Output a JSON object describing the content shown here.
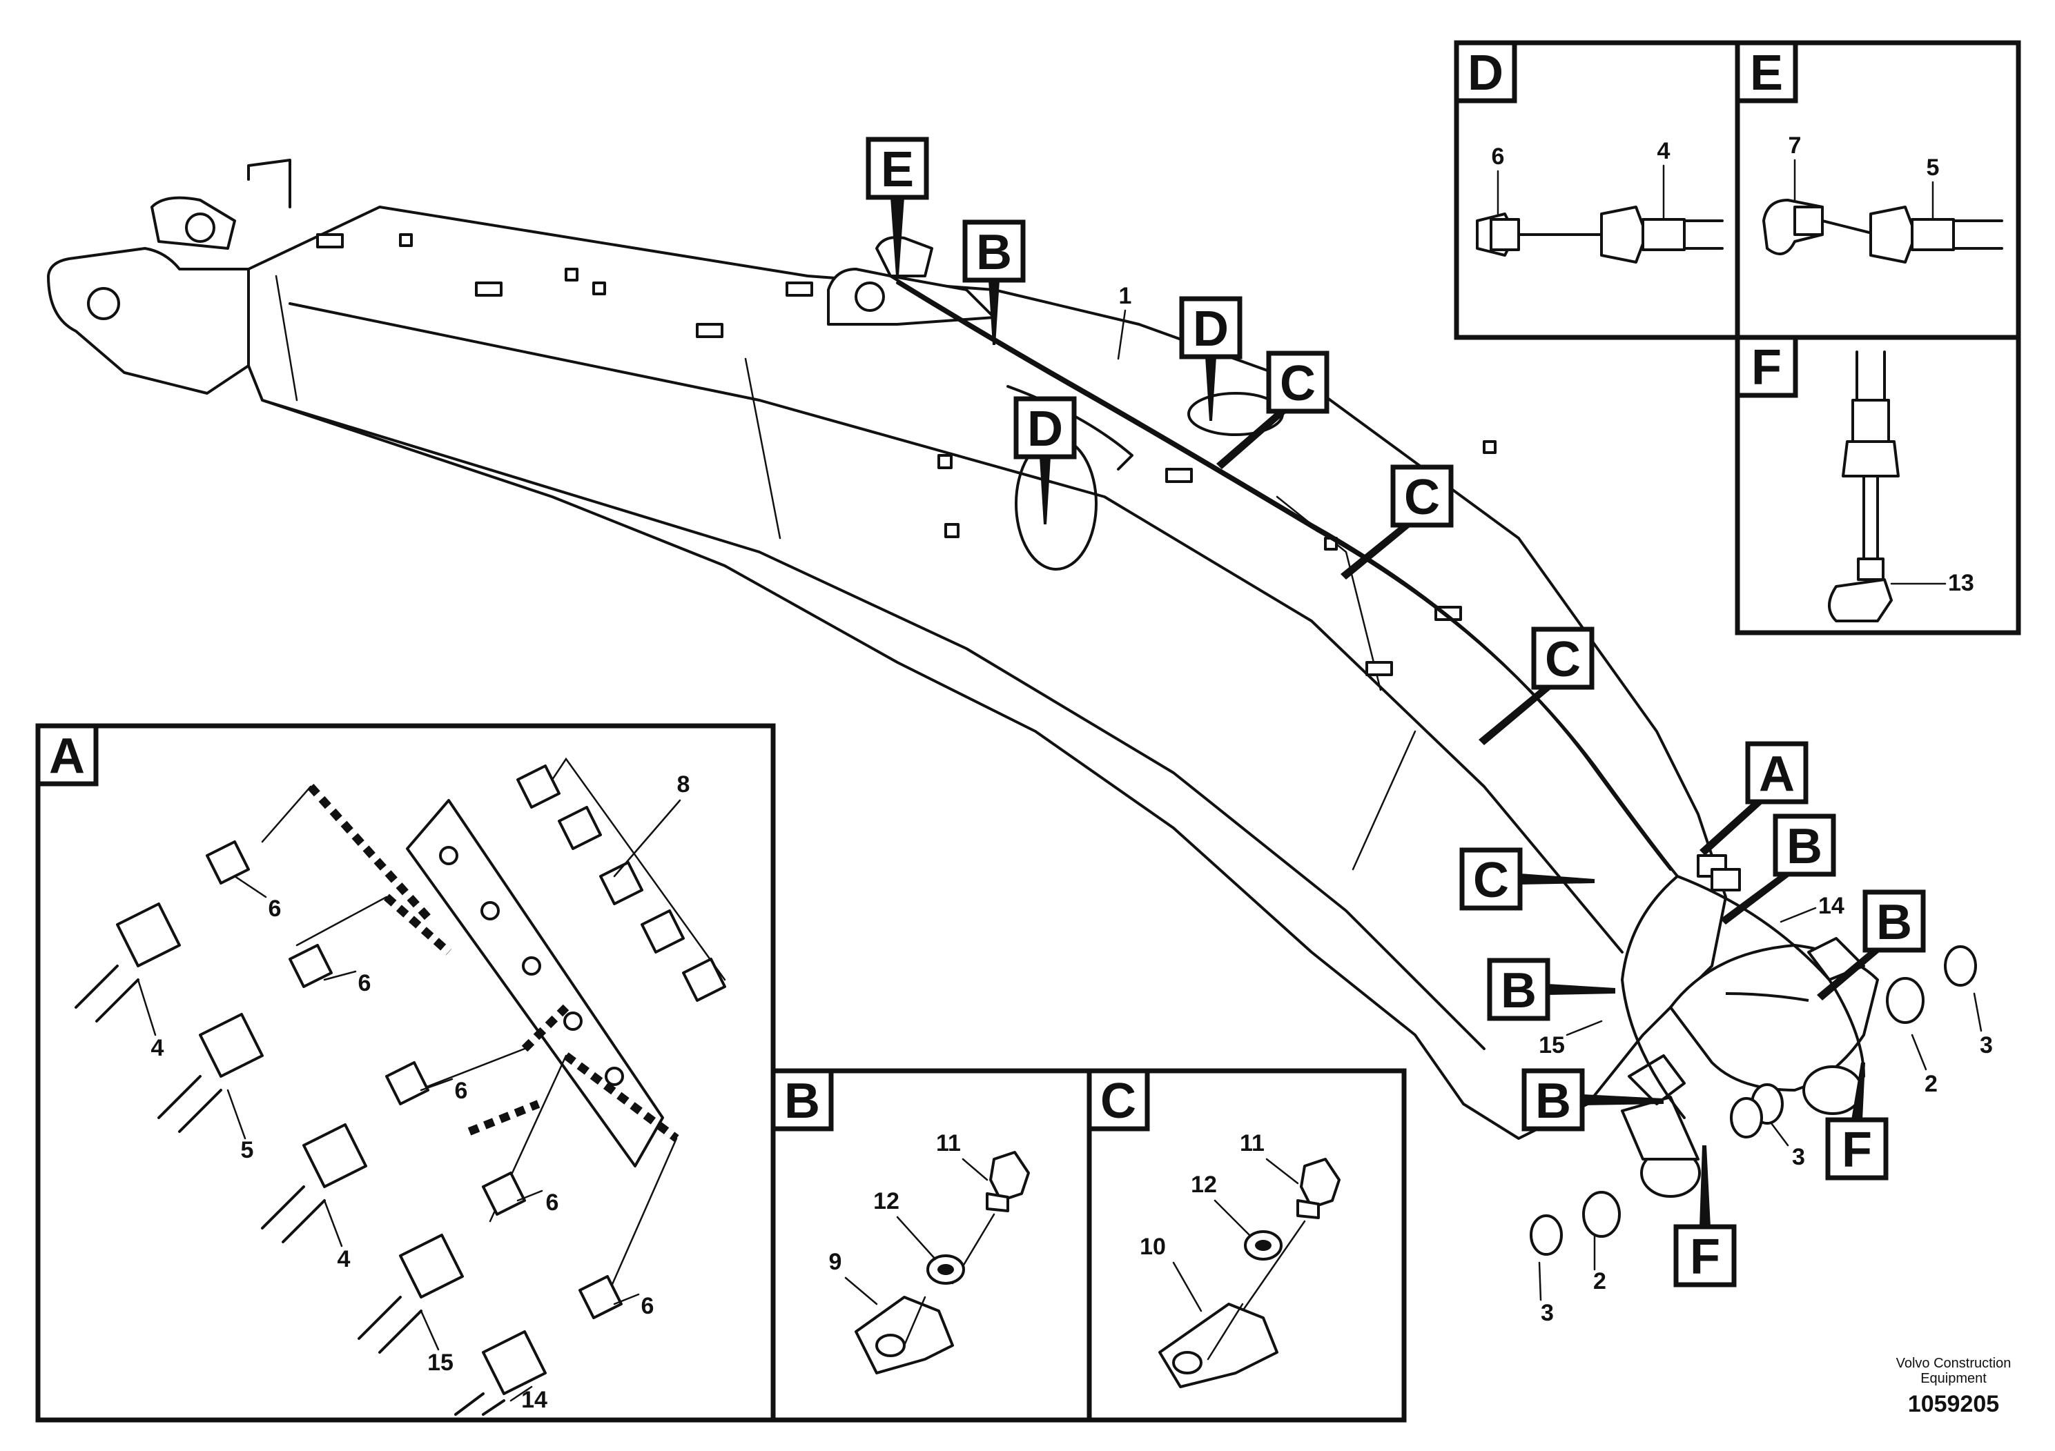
{
  "callouts": {
    "E": "E",
    "B": "B",
    "D": "D",
    "C": "C",
    "A": "A",
    "F": "F"
  },
  "parts": {
    "p1": "1",
    "p2": "2",
    "p3": "3",
    "p4": "4",
    "p5": "5",
    "p6": "6",
    "p7": "7",
    "p8": "8",
    "p9": "9",
    "p10": "10",
    "p11": "11",
    "p12": "12",
    "p13": "13",
    "p14": "14",
    "p15": "15"
  },
  "detail_panels": {
    "A": "A",
    "B": "B",
    "C": "C",
    "D": "D",
    "E": "E",
    "F": "F"
  },
  "footer": {
    "brand_line1": "Volvo Construction",
    "brand_line2": "Equipment",
    "document_number": "1059205"
  }
}
